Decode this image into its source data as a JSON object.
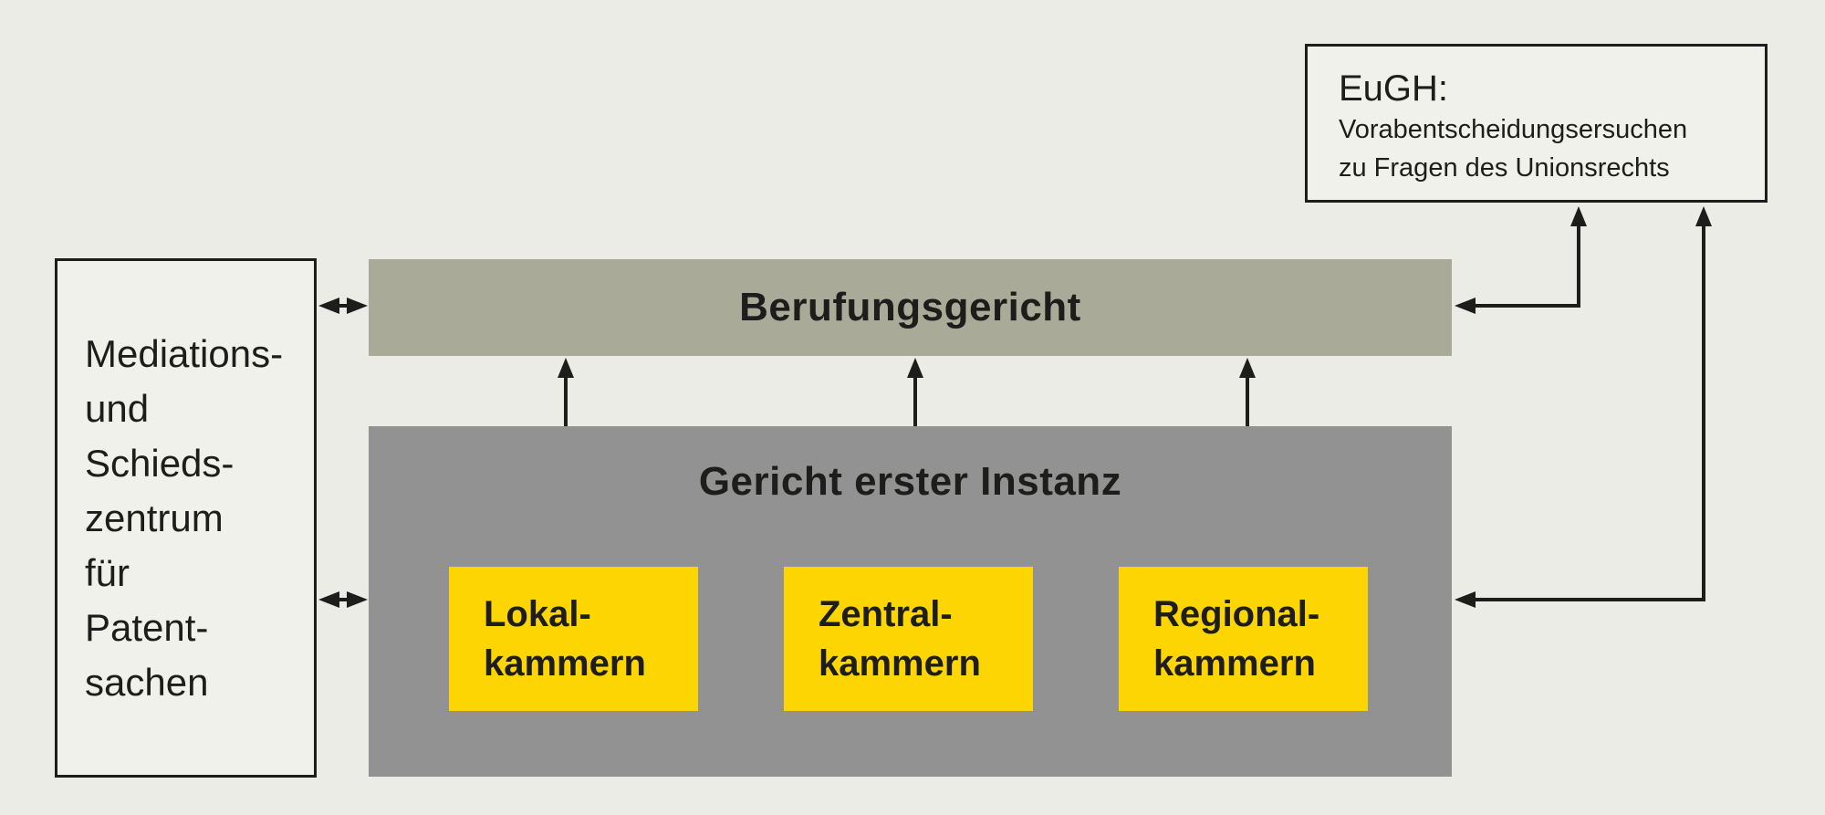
{
  "colors": {
    "page_bg": "#ebece6",
    "outlined_box_bg": "#f1f1eb",
    "ink": "#1d1d1b",
    "appeal_bar_bg": "#a9aa97",
    "first_instance_bg": "#929292",
    "chamber_bg": "#fcd502"
  },
  "eugh_box": {
    "title": "EuGH:",
    "lines": [
      "Vorabentscheidungsersuchen",
      "zu Fragen des Unionsrechts"
    ]
  },
  "mediation_box": {
    "lines": [
      "Mediations-",
      "und",
      "Schieds-",
      "zentrum",
      "für",
      "Patent-",
      "sachen"
    ]
  },
  "appeal_bar": {
    "label": "Berufungsgericht"
  },
  "first_instance_box": {
    "title": "Gericht erster Instanz",
    "chambers": [
      {
        "line1": "Lokal-",
        "line2": "kammern"
      },
      {
        "line1": "Zentral-",
        "line2": "kammern"
      },
      {
        "line1": "Regional-",
        "line2": "kammern"
      }
    ]
  }
}
